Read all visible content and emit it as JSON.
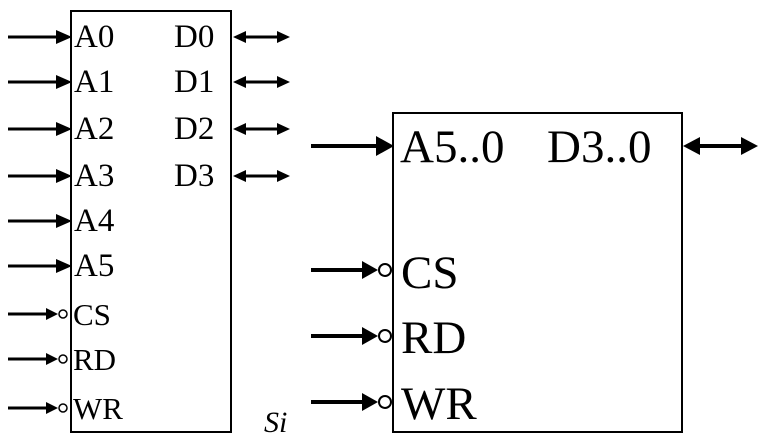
{
  "left_chip": {
    "inputs": [
      "A0",
      "A1",
      "A2",
      "A3",
      "A4",
      "A5"
    ],
    "control_inputs": [
      "CS",
      "RD",
      "WR"
    ],
    "data_pins": [
      "D0",
      "D1",
      "D2",
      "D3"
    ]
  },
  "right_chip": {
    "address_bus": "A5..0",
    "data_bus": "D3..0",
    "control_inputs": [
      "CS",
      "RD",
      "WR"
    ]
  },
  "caption_fragment": "Si"
}
